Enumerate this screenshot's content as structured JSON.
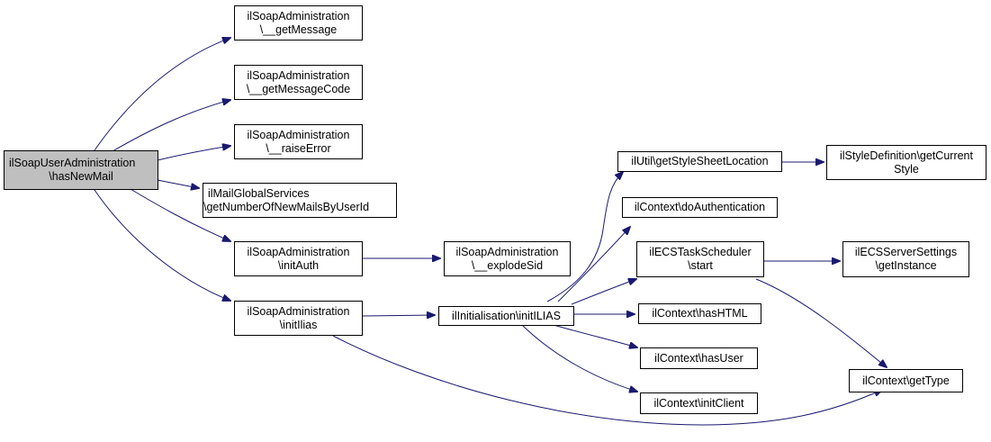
{
  "colors": {
    "edge": "#191970",
    "node_border": "#000000",
    "node_fill": "#ffffff",
    "root_fill": "#bfbfbf"
  },
  "nodes": {
    "root": {
      "line1": "ilSoapUserAdministration",
      "line2": "\\hasNewMail"
    },
    "getMessage": {
      "line1": "ilSoapAdministration",
      "line2": "\\__getMessage"
    },
    "getMessageCode": {
      "line1": "ilSoapAdministration",
      "line2": "\\__getMessageCode"
    },
    "raiseError": {
      "line1": "ilSoapAdministration",
      "line2": "\\__raiseError"
    },
    "getNumberOfNewMails": {
      "line1": "ilMailGlobalServices",
      "line2": "\\getNumberOfNewMailsByUserId"
    },
    "initAuth": {
      "line1": "ilSoapAdministration",
      "line2": "\\initAuth"
    },
    "initIlias": {
      "line1": "ilSoapAdministration",
      "line2": "\\initIlias"
    },
    "explodeSid": {
      "line1": "ilSoapAdministration",
      "line2": "\\__explodeSid"
    },
    "initILIAS": {
      "line1": "ilInitialisation\\initILIAS",
      "line2": ""
    },
    "getStyleSheetLocation": {
      "line1": "ilUtil\\getStyleSheetLocation",
      "line2": ""
    },
    "doAuthentication": {
      "line1": "ilContext\\doAuthentication",
      "line2": ""
    },
    "ecsStart": {
      "line1": "ilECSTaskScheduler",
      "line2": "\\start"
    },
    "hasHTML": {
      "line1": "ilContext\\hasHTML",
      "line2": ""
    },
    "hasUser": {
      "line1": "ilContext\\hasUser",
      "line2": ""
    },
    "initClient": {
      "line1": "ilContext\\initClient",
      "line2": ""
    },
    "getCurrentStyle": {
      "line1": "ilStyleDefinition\\getCurrent",
      "line2": "Style"
    },
    "ecsGetInstance": {
      "line1": "ilECSServerSettings",
      "line2": "\\getInstance"
    },
    "getType": {
      "line1": "ilContext\\getType",
      "line2": ""
    }
  }
}
